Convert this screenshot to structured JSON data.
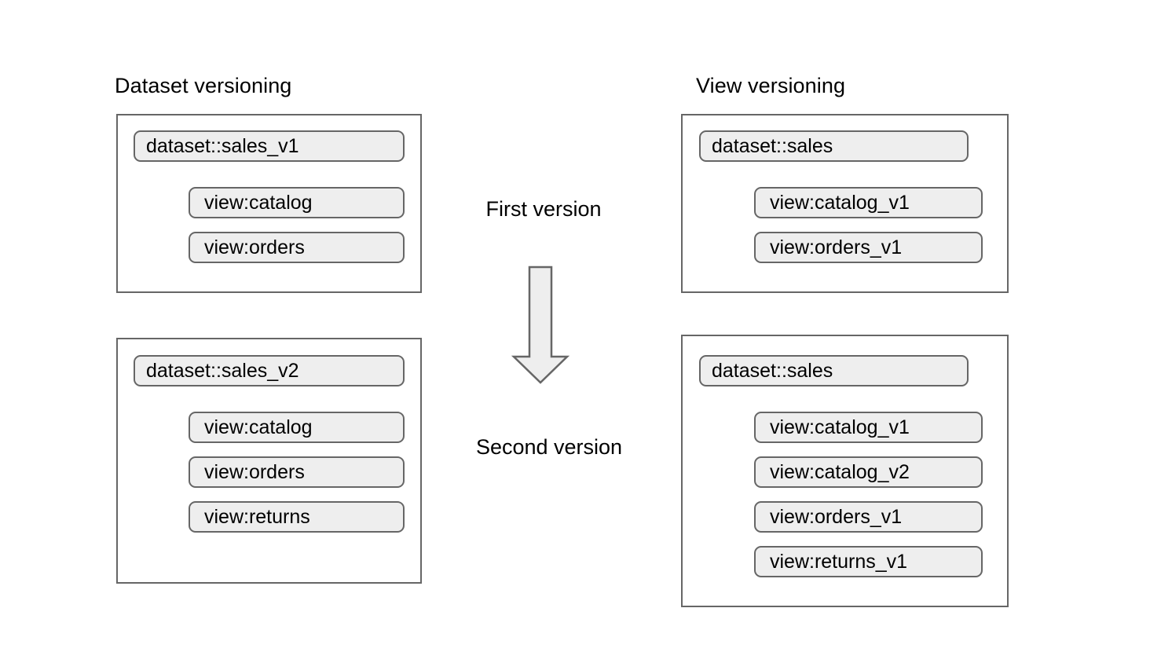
{
  "diagram": {
    "title_left": "Dataset versioning",
    "title_right": "View versioning",
    "center_labels": {
      "first": "First version",
      "second": "Second version"
    },
    "arrow": {
      "name": "down-arrow-icon",
      "direction": "down",
      "fill": "#eeeeee",
      "stroke": "#666666"
    },
    "colors": {
      "node_fill": "#eeeeee",
      "node_stroke": "#666666",
      "container_stroke": "#666666",
      "background": "#ffffff",
      "text": "#000000"
    },
    "groups": [
      {
        "id": "dataset-versioning-v1",
        "column": "left",
        "stage": "first",
        "dataset": "dataset::sales_v1",
        "views": [
          "view:catalog",
          "view:orders"
        ]
      },
      {
        "id": "dataset-versioning-v2",
        "column": "left",
        "stage": "second",
        "dataset": "dataset::sales_v2",
        "views": [
          "view:catalog",
          "view:orders",
          "view:returns"
        ]
      },
      {
        "id": "view-versioning-first",
        "column": "right",
        "stage": "first",
        "dataset": "dataset::sales",
        "views": [
          "view:catalog_v1",
          "view:orders_v1"
        ]
      },
      {
        "id": "view-versioning-second",
        "column": "right",
        "stage": "second",
        "dataset": "dataset::sales",
        "views": [
          "view:catalog_v1",
          "view:catalog_v2",
          "view:orders_v1",
          "view:returns_v1"
        ]
      }
    ]
  }
}
